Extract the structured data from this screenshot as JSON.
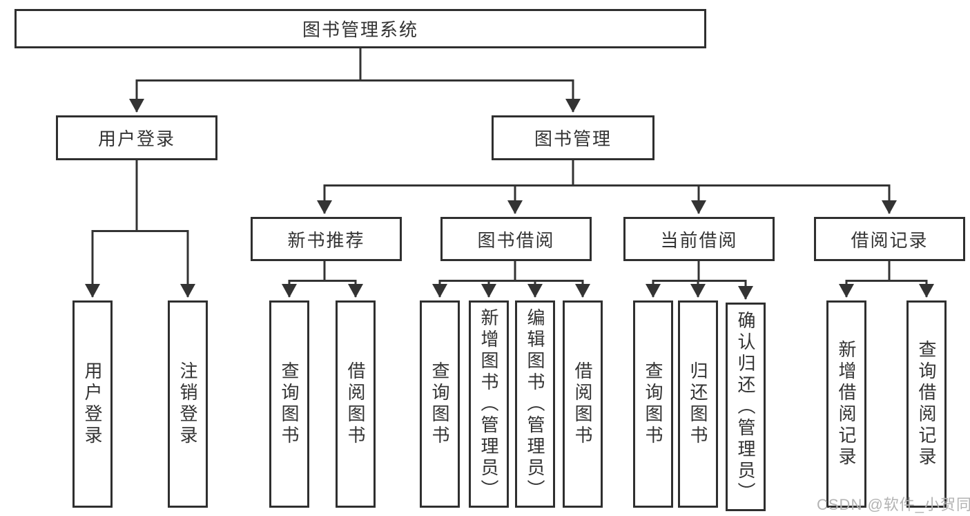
{
  "tree": {
    "label": "图书管理系统",
    "children": [
      {
        "label": "用户登录",
        "children": [
          {
            "label": "用户登录"
          },
          {
            "label": "注销登录"
          }
        ]
      },
      {
        "label": "图书管理",
        "children": [
          {
            "label": "新书推荐",
            "children": [
              {
                "label": "查询图书"
              },
              {
                "label": "借阅图书"
              }
            ]
          },
          {
            "label": "图书借阅",
            "children": [
              {
                "label": "查询图书"
              },
              {
                "label": "新增图书（管理员）"
              },
              {
                "label": "编辑图书（管理员）"
              },
              {
                "label": "借阅图书"
              }
            ]
          },
          {
            "label": "当前借阅",
            "children": [
              {
                "label": "查询图书"
              },
              {
                "label": "归还图书"
              },
              {
                "label": "确认归还（管理员）"
              }
            ]
          },
          {
            "label": "借阅记录",
            "children": [
              {
                "label": "新增借阅记录"
              },
              {
                "label": "查询借阅记录"
              }
            ]
          }
        ]
      }
    ]
  },
  "watermark": {
    "text": "CSDN @软件_小贺同学"
  },
  "colors": {
    "line": "#333333",
    "box_border": "#2f2f2f",
    "text": "#333333",
    "watermark": "#b3b3b3",
    "background": "#ffffff"
  }
}
